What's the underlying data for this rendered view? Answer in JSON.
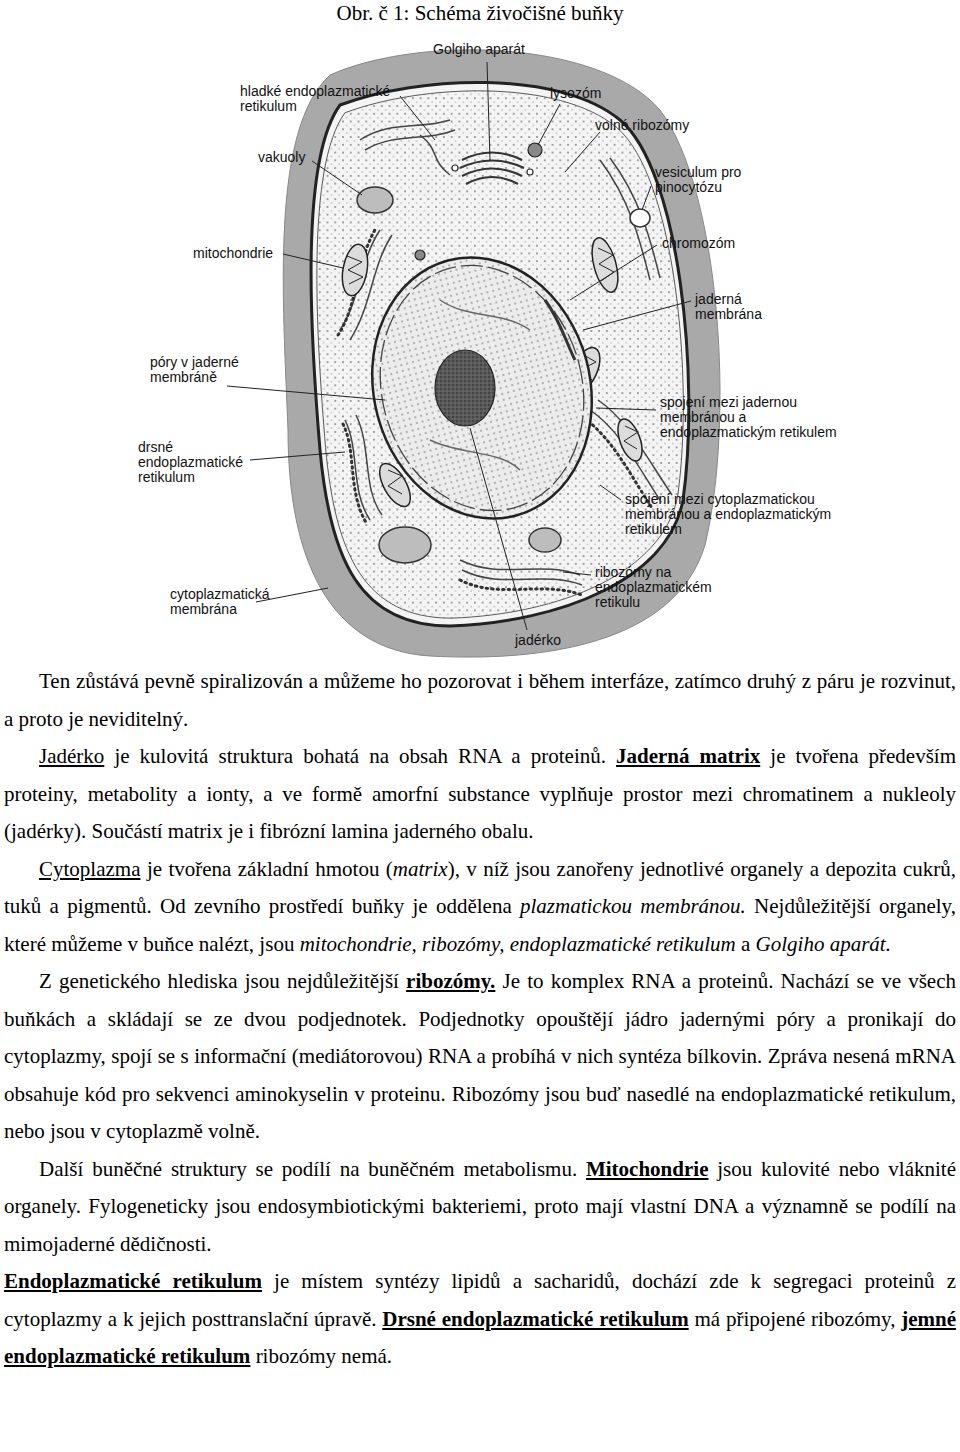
{
  "diagram": {
    "title": "Obr. č 1: Schéma živočišné buňky",
    "labels": [
      "Golgiho aparát",
      "hladké endoplazmatické retikulum",
      "lysozóm",
      "volné ribozómy",
      "vakuoly",
      "vesiculum pro pinocytózu",
      "mitochondrie",
      "chromozóm",
      "jaderná membrána",
      "póry v jaderné membráně",
      "spojení mezi jadernou membránou a endoplazmatickým retikulem",
      "drsné endoplazmatické retikulum",
      "spojení mezi cytoplazmatickou membránou a endoplazmatickým retikulem",
      "ribozómy na endoplazmatickém retikulu",
      "cytoplazmatická membrána",
      "jadérko",
      "Ten zůstává pevně spiralizován a můžeme ho pozorovat i během interfáze, zatímco druhý z páru je rozvinut, a proto je neviditelný.",
      "Jadérko",
      "je kulovitá struktura bohatá na obsah RNA a proteinů.",
      "Jaderná matrix",
      "je tvořena především proteiny, metabolity a ionty, a ve formě amorfní substance vyplňuje prostor mezi chromatinem a nukleoly (jadérky). Součástí matrix je i fibrózní lamina jaderného obalu.",
      "Cytoplazma",
      "je tvořena základní hmotou (",
      "matrix",
      "), v níž jsou zanořeny jednotlivé organely a depozita cukrů, tuků a pigmentů. Od zevního prostředí buňky je oddělena",
      "plazmatickou membránou.",
      "Nejdůležitější organely, které můžeme v buňce nalézt, jsou",
      "mitochondrie, ribozómy, endoplazmatické retikulum",
      "a",
      "Golgiho aparát.",
      "Z genetického hlediska jsou nejdůležitější",
      "ribozómy.",
      "Je to komplex RNA a proteinů. Nachází se ve všech buňkách a skládají se ze dvou podjednotek. Podjednotky opouštějí jádro jadernými póry a pronikají do cytoplazmy, spojí se s informační (mediátorovou) RNA a probíhá v nich syntéza bílkovin. Zpráva nesená mRNA obsahuje kód pro sekvenci aminokyselin v proteinu. Ribozómy jsou buď nasedlé na endoplazmatické retikulum, nebo jsou v cytoplazmě volně.",
      "Další buněčné struktury se podílí na buněčném metabolismu.",
      "Mitochondrie",
      "jsou kulovité nebo vláknité organely. Fylogeneticky jsou endosymbiotickými bakteriemi, proto mají vlastní DNA a významně se podílí na mimojaderné dědičnosti.",
      "Endoplazmatické retikulum",
      "je místem syntézy lipidů a sacharidů, dochází zde k segregaci proteinů z cytoplazmy a k jejich posttranslační úpravě.",
      "Drsné endoplazmatické retikulum",
      "má připojené ribozómy,",
      "jemné endoplazmatické retikulum",
      "ribozómy nemá."
    ]
  }
}
